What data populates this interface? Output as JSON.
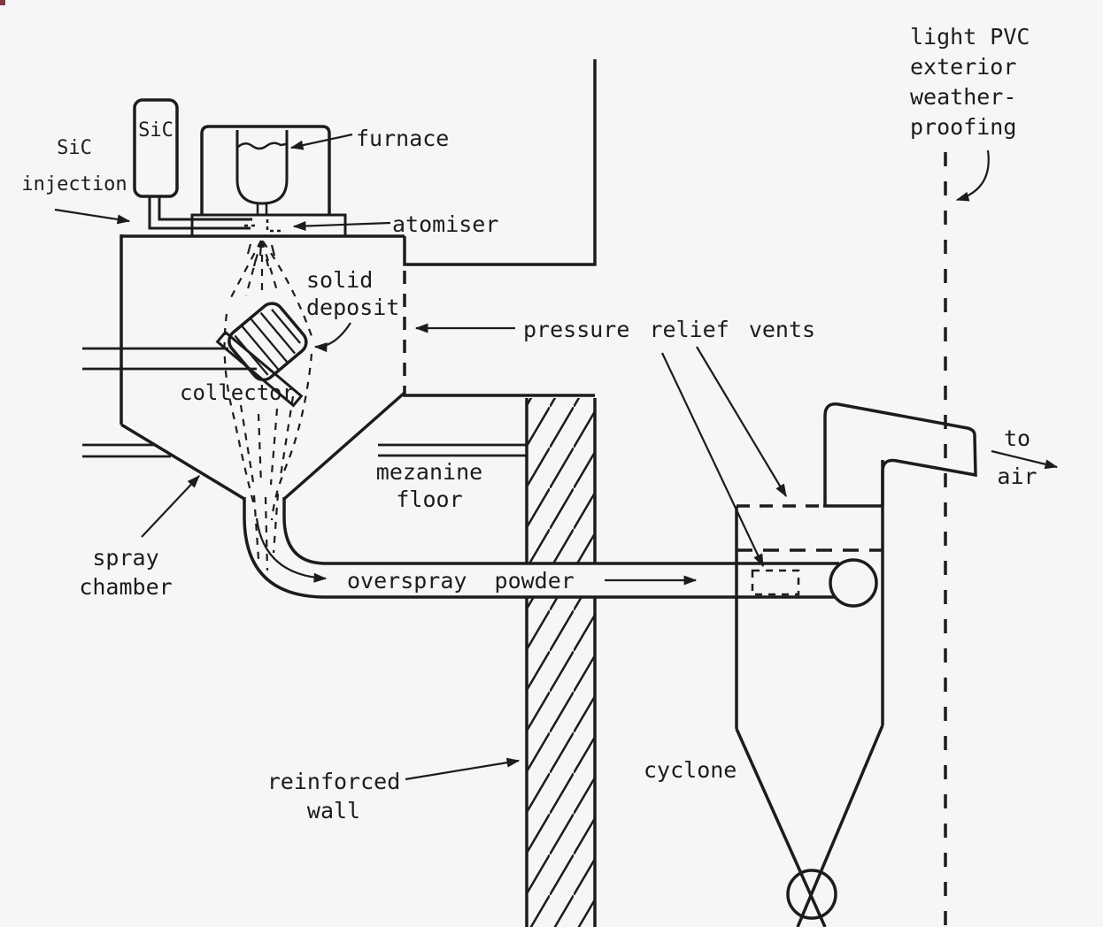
{
  "diagram": {
    "background": "#f6f6f8",
    "ink": "#1c1c1e",
    "labels": {
      "sic_tank": "SiC",
      "sic_injection": "SiC\ninjection",
      "furnace": "furnace",
      "atomiser": "atomiser",
      "solid_deposit": "solid\ndeposit",
      "collector": "collector",
      "spray_chamber": "spray\nchamber",
      "mezanine_floor": "mezanine\nfloor",
      "pressure_relief_vents": "pressure relief vents",
      "overspray_powder": "overspray powder",
      "reinforced_wall": "reinforced\nwall",
      "cyclone": "cyclone",
      "to_air": "to\nair",
      "light_pvc_weatherproofing": "light PVC\nexterior\nweather-\nproofing"
    }
  }
}
